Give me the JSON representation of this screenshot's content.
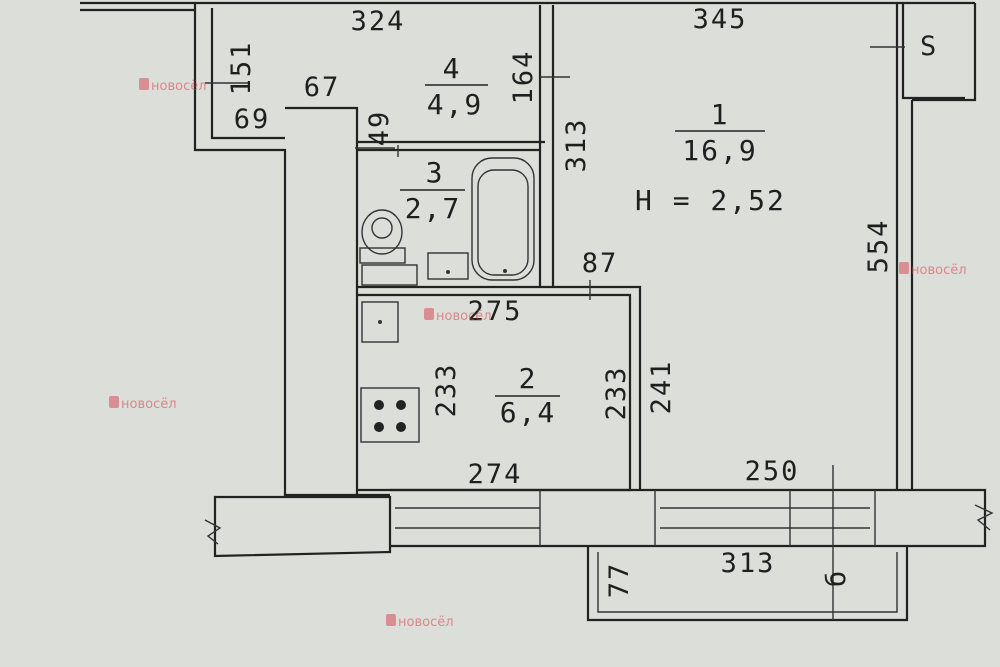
{
  "plan": {
    "rooms": [
      {
        "number": "1",
        "area": "16,9"
      },
      {
        "number": "2",
        "area": "6,4"
      },
      {
        "number": "3",
        "area": "2,7"
      },
      {
        "number": "4",
        "area": "4,9"
      }
    ],
    "ceiling_height": "Н = 2,52",
    "dimensions": {
      "top_left_width": "324",
      "top_right_width": "345",
      "closet_side": "151",
      "closet_depth": "69",
      "wall_segment": "67",
      "door_49": "49",
      "room4_side": "164",
      "bath_side": "313",
      "room1_height": "554",
      "door_87": "87",
      "kitchen_top": "275",
      "kitchen_left": "233",
      "kitchen_right": "233",
      "kitchen_side_241": "241",
      "kitchen_bottom": "274",
      "room1_bottom": "250",
      "balcony_width": "313",
      "balcony_depth": "77"
    },
    "marks": {
      "top_right": "S",
      "balcony_right": "б"
    },
    "watermark": "новосёл"
  }
}
